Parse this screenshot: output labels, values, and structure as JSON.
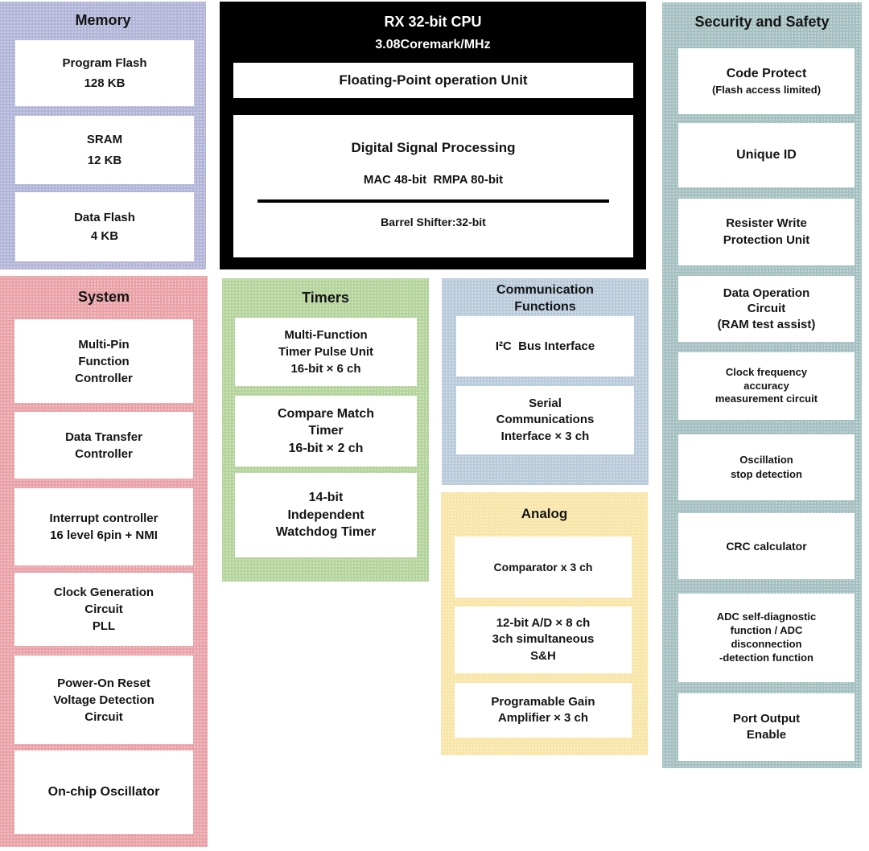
{
  "page": {
    "background": "#ffffff",
    "text_color": "#141414"
  },
  "panels": [
    {
      "id": "memory",
      "title_lines": [
        "Memory"
      ],
      "color": "#b3b5d8",
      "boxes": [
        {
          "lines": [
            "Program Flash",
            "128 KB"
          ]
        },
        {
          "lines": [
            "SRAM",
            "12 KB"
          ]
        },
        {
          "lines": [
            "Data Flash",
            "4 KB"
          ]
        }
      ]
    },
    {
      "id": "cpu",
      "title_lines": [
        "RX 32-bit CPU",
        "3.08Coremark/MHz"
      ],
      "color": "#000000",
      "text_color": "#ffffff",
      "boxes": [
        {
          "lines": [
            "Floating-Point operation Unit"
          ]
        },
        {
          "lines": [
            "Digital Signal Processing",
            "MAC 48-bit  RMPA 80-bit",
            "Barrel Shifter:32-bit"
          ]
        }
      ]
    },
    {
      "id": "security",
      "title_lines": [
        "Security and Safety"
      ],
      "color": "#a5c0c1",
      "boxes": [
        {
          "lines": [
            "Code Protect",
            "(Flash access limited)"
          ]
        },
        {
          "lines": [
            "Unique ID"
          ]
        },
        {
          "lines": [
            "Resister Write",
            "Protection Unit"
          ]
        },
        {
          "lines": [
            "Data Operation",
            "Circuit",
            "(RAM test assist)"
          ]
        },
        {
          "lines": [
            "Clock frequency",
            "accuracy",
            "measurement circuit"
          ]
        },
        {
          "lines": [
            "Oscillation",
            "stop detection"
          ]
        },
        {
          "lines": [
            "CRC calculator"
          ]
        },
        {
          "lines": [
            "ADC self-diagnostic",
            "function / ADC",
            "disconnection",
            "-detection function"
          ]
        },
        {
          "lines": [
            "Port Output",
            "Enable"
          ]
        }
      ]
    },
    {
      "id": "system",
      "title_lines": [
        "System"
      ],
      "color": "#e9a2a7",
      "boxes": [
        {
          "lines": [
            "Multi-Pin",
            "Function",
            "Controller"
          ]
        },
        {
          "lines": [
            "Data Transfer",
            "Controller"
          ]
        },
        {
          "lines": [
            "Interrupt controller",
            "16 level 6pin + NMI"
          ]
        },
        {
          "lines": [
            "Clock Generation",
            "Circuit",
            "PLL"
          ]
        },
        {
          "lines": [
            "Power-On Reset",
            "Voltage Detection",
            "Circuit"
          ]
        },
        {
          "lines": [
            "On-chip Oscillator"
          ]
        }
      ]
    },
    {
      "id": "timers",
      "title_lines": [
        "Timers"
      ],
      "color": "#b4d49c",
      "boxes": [
        {
          "lines": [
            "Multi-Function",
            "Timer Pulse Unit",
            "16-bit × 6 ch"
          ]
        },
        {
          "lines": [
            "Compare Match",
            "Timer",
            "16-bit × 2 ch"
          ]
        },
        {
          "lines": [
            "14-bit",
            "Independent",
            "Watchdog Timer"
          ]
        }
      ]
    },
    {
      "id": "comm",
      "title_lines": [
        "Communication",
        "Functions"
      ],
      "color": "#b9cbdb",
      "boxes": [
        {
          "lines": [
            "I²C  Bus Interface"
          ]
        },
        {
          "lines": [
            "Serial",
            "Communications",
            "Interface × 3 ch"
          ]
        }
      ]
    },
    {
      "id": "analog",
      "title_lines": [
        "Analog"
      ],
      "color": "#f8e5a8",
      "boxes": [
        {
          "lines": [
            "Comparator x 3 ch"
          ]
        },
        {
          "lines": [
            "12-bit A/D × 8 ch",
            "3ch simultaneous",
            "S&H"
          ]
        },
        {
          "lines": [
            "Programable Gain",
            "Amplifier × 3 ch"
          ]
        }
      ]
    }
  ]
}
